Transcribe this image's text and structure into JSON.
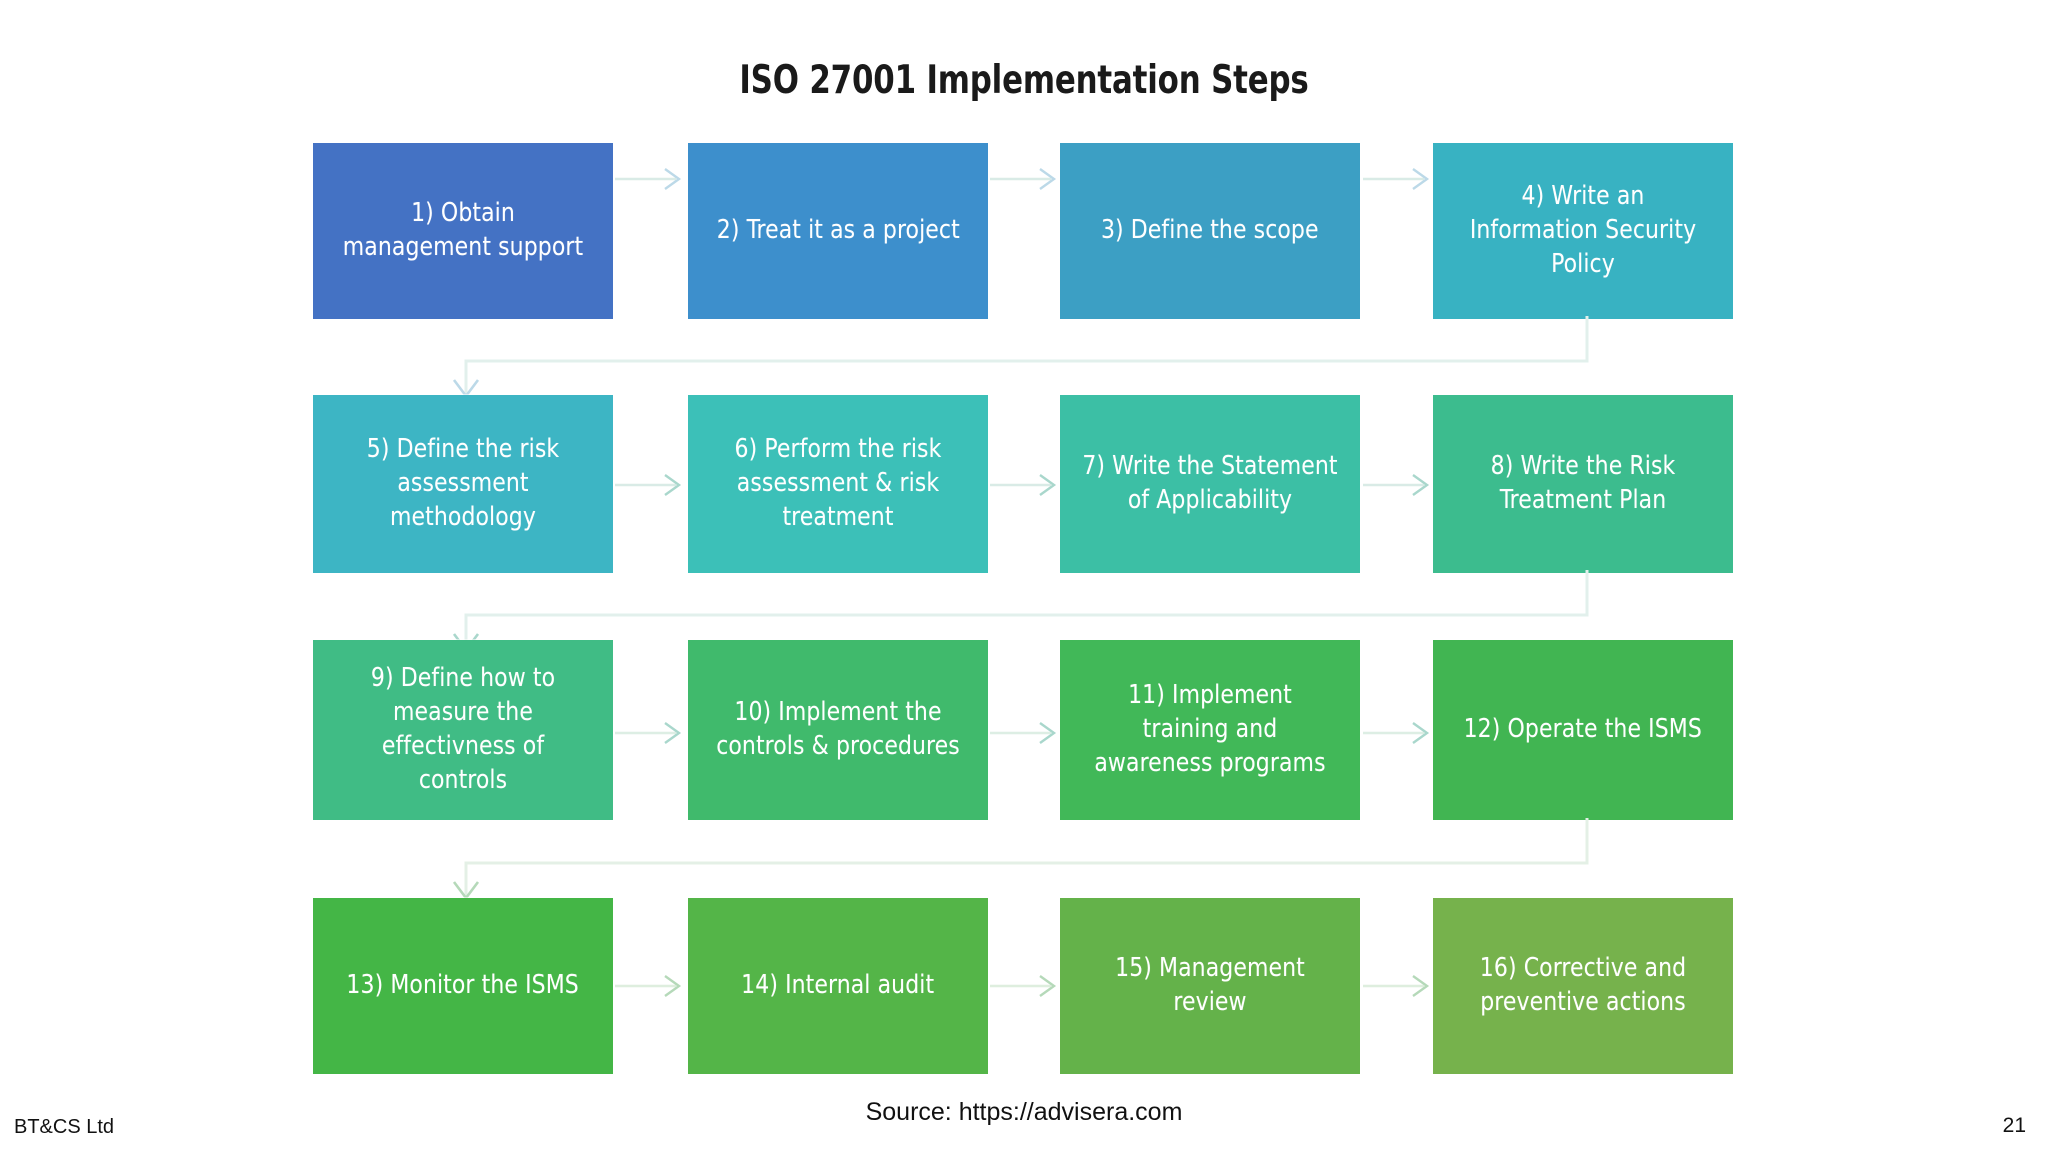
{
  "slide": {
    "title": "ISO 27001 Implementation Steps",
    "background_color": "#ffffff"
  },
  "diagram": {
    "type": "flowchart",
    "layout": "4 columns x 4 rows, snake / left-to-right with row-return wrap",
    "connector_color": "#d9ebe6",
    "text_color": "#ffffff",
    "steps": [
      {
        "number": "1)",
        "label": "1) Obtain management support",
        "color": "#4472C4",
        "row": 1,
        "col": 1
      },
      {
        "number": "2)",
        "label": "2) Treat it as a project",
        "color": "#3D8FCC",
        "row": 1,
        "col": 2
      },
      {
        "number": "3)",
        "label": "3) Define the scope",
        "color": "#3C9FC4",
        "row": 1,
        "col": 3
      },
      {
        "number": "4)",
        "label": "4) Write an Information Security Policy",
        "color": "#38B2C2",
        "row": 1,
        "col": 4
      },
      {
        "number": "5)",
        "label": "5) Define the risk assessment methodology",
        "color": "#3DB5C4",
        "row": 2,
        "col": 1
      },
      {
        "number": "6)",
        "label": "6) Perform the risk assessment & risk treatment",
        "color": "#3CC0B8",
        "row": 2,
        "col": 2
      },
      {
        "number": "7)",
        "label": "7) Write the Statement of Applicability",
        "color": "#3CBFA5",
        "row": 2,
        "col": 3
      },
      {
        "number": "8)",
        "label": "8) Write the Risk Treatment Plan",
        "color": "#3CBC8E",
        "row": 2,
        "col": 4
      },
      {
        "number": "9)",
        "label": "9) Define how to measure the effectivness of controls",
        "color": "#40BC85",
        "row": 3,
        "col": 1
      },
      {
        "number": "10)",
        "label": "10) Implement the controls & procedures",
        "color": "#40BA6C",
        "row": 3,
        "col": 2
      },
      {
        "number": "11)",
        "label": "11) Implement training and awareness programs",
        "color": "#41B858",
        "row": 3,
        "col": 3
      },
      {
        "number": "12)",
        "label": "12) Operate the ISMS",
        "color": "#41B552",
        "row": 3,
        "col": 4
      },
      {
        "number": "13)",
        "label": "13) Monitor the ISMS",
        "color": "#44B646",
        "row": 4,
        "col": 1
      },
      {
        "number": "14)",
        "label": "14) Internal audit",
        "color": "#54B548",
        "row": 4,
        "col": 2
      },
      {
        "number": "15)",
        "label": "15) Management review",
        "color": "#64B24A",
        "row": 4,
        "col": 3
      },
      {
        "number": "16)",
        "label": "16) Corrective and preventive actions",
        "color": "#76B24C",
        "row": 4,
        "col": 4
      }
    ],
    "arrows": {
      "between_steps": "right-arrow",
      "row_return": "wrap-down-left-arrow",
      "count_horizontal": 12,
      "count_wrap": 3
    }
  },
  "footer": {
    "left": "BT&CS Ltd",
    "source": "Source: https://advisera.com",
    "page_number": "21"
  }
}
